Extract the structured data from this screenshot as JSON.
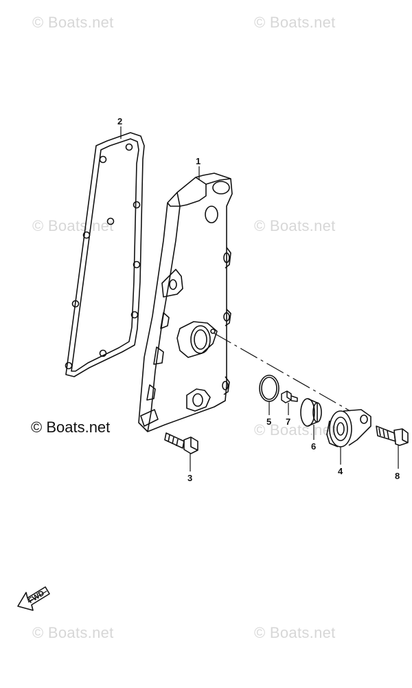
{
  "watermarks": [
    "© Boats.net",
    "© Boats.net",
    "© Boats.net",
    "© Boats.net",
    "© Boats.net",
    "© Boats.net",
    "© Boats.net"
  ],
  "copyright": "© Boats.net",
  "callouts": {
    "p1": "1",
    "p2": "2",
    "p3": "3",
    "p4": "4",
    "p5": "5",
    "p6": "6",
    "p7": "7",
    "p8": "8"
  },
  "fwd_label": "FWD"
}
